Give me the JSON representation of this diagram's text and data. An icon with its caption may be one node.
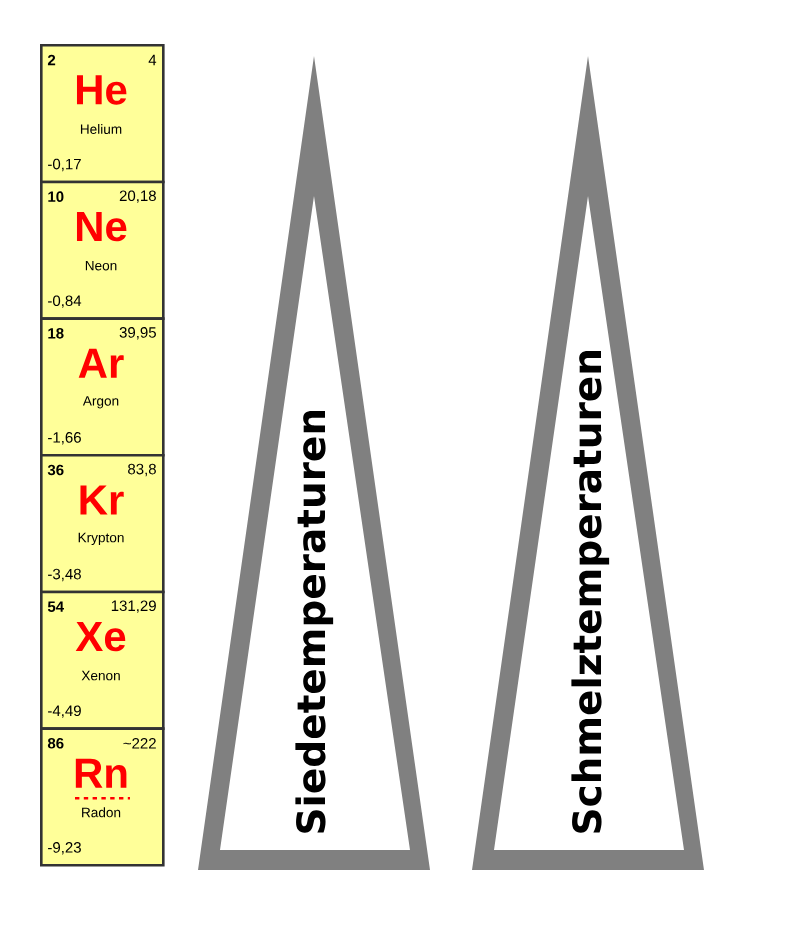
{
  "diagram": {
    "nodes": [
      {
        "text": [
          "2",
          "4",
          "He",
          "Helium",
          "-0,17"
        ]
      },
      {
        "text": [
          "10",
          "20,18",
          "Ne",
          "Neon",
          "-0,84"
        ]
      },
      {
        "text": [
          "18",
          "39,95",
          "Ar",
          "Argon",
          "-1,66"
        ]
      },
      {
        "text": [
          "36",
          "83,8",
          "Kr",
          "Krypton",
          "-3,48"
        ]
      },
      {
        "text": [
          "54",
          "131,29",
          "Xe",
          "Xenon",
          "-4,49"
        ]
      },
      {
        "text": [
          "86",
          "~222",
          "Rn",
          "Radon",
          "-9,23"
        ]
      },
      {
        "text": [
          "Siedetemperaturen"
        ]
      },
      {
        "text": [
          "Schmelztemperaturen"
        ]
      }
    ]
  }
}
